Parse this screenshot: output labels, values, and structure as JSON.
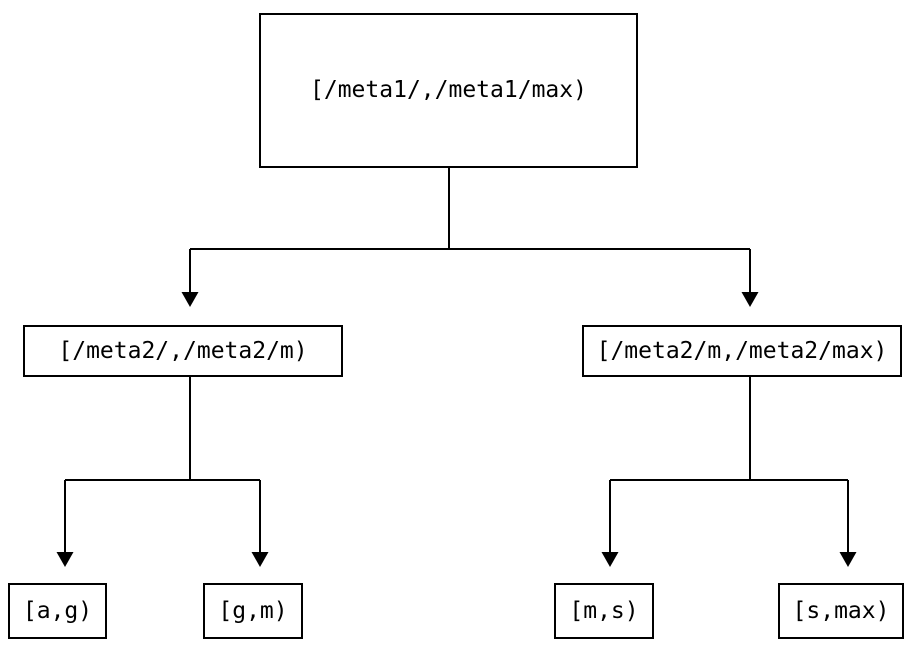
{
  "diagram": {
    "root": {
      "label": "[/meta1/,/meta1/max)"
    },
    "level2": [
      {
        "label": "[/meta2/,/meta2/m)"
      },
      {
        "label": "[/meta2/m,/meta2/max)"
      }
    ],
    "leaves": [
      {
        "label": "[a,g)"
      },
      {
        "label": "[g,m)"
      },
      {
        "label": "[m,s)"
      },
      {
        "label": "[s,max)"
      }
    ],
    "colors": {
      "background": "#ffffff",
      "line": "#000000",
      "text": "#000000"
    }
  }
}
